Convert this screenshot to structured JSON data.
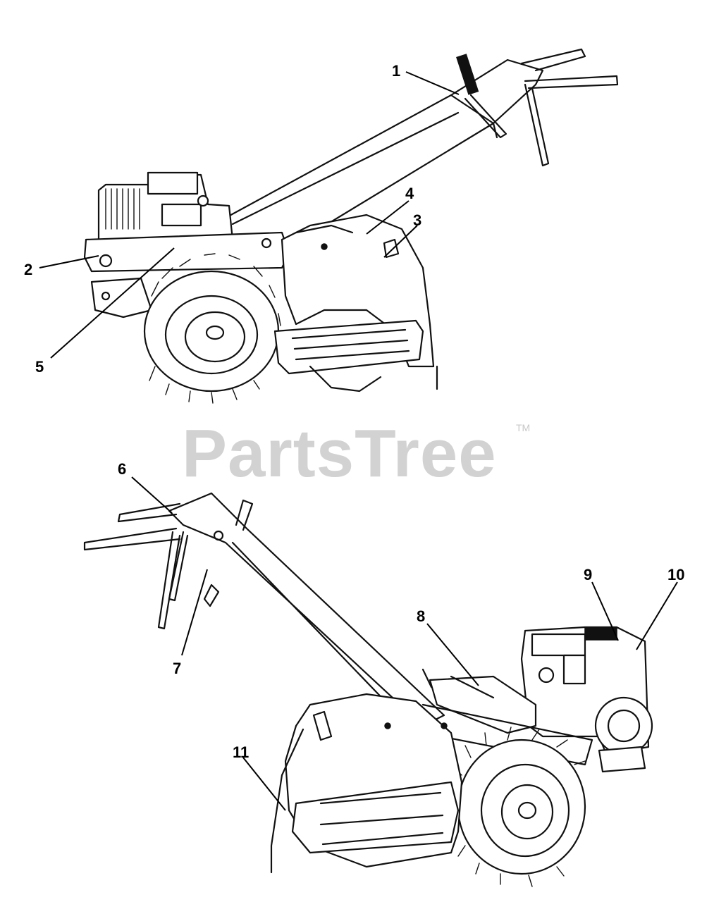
{
  "watermark": {
    "text": "PartsTree",
    "tm": "TM"
  },
  "callouts": [
    {
      "id": "1",
      "label": "1"
    },
    {
      "id": "2",
      "label": "2"
    },
    {
      "id": "3",
      "label": "3"
    },
    {
      "id": "4",
      "label": "4"
    },
    {
      "id": "5",
      "label": "5"
    },
    {
      "id": "6",
      "label": "6"
    },
    {
      "id": "7",
      "label": "7"
    },
    {
      "id": "8",
      "label": "8"
    },
    {
      "id": "9",
      "label": "9"
    },
    {
      "id": "10",
      "label": "10"
    },
    {
      "id": "11",
      "label": "11"
    }
  ]
}
